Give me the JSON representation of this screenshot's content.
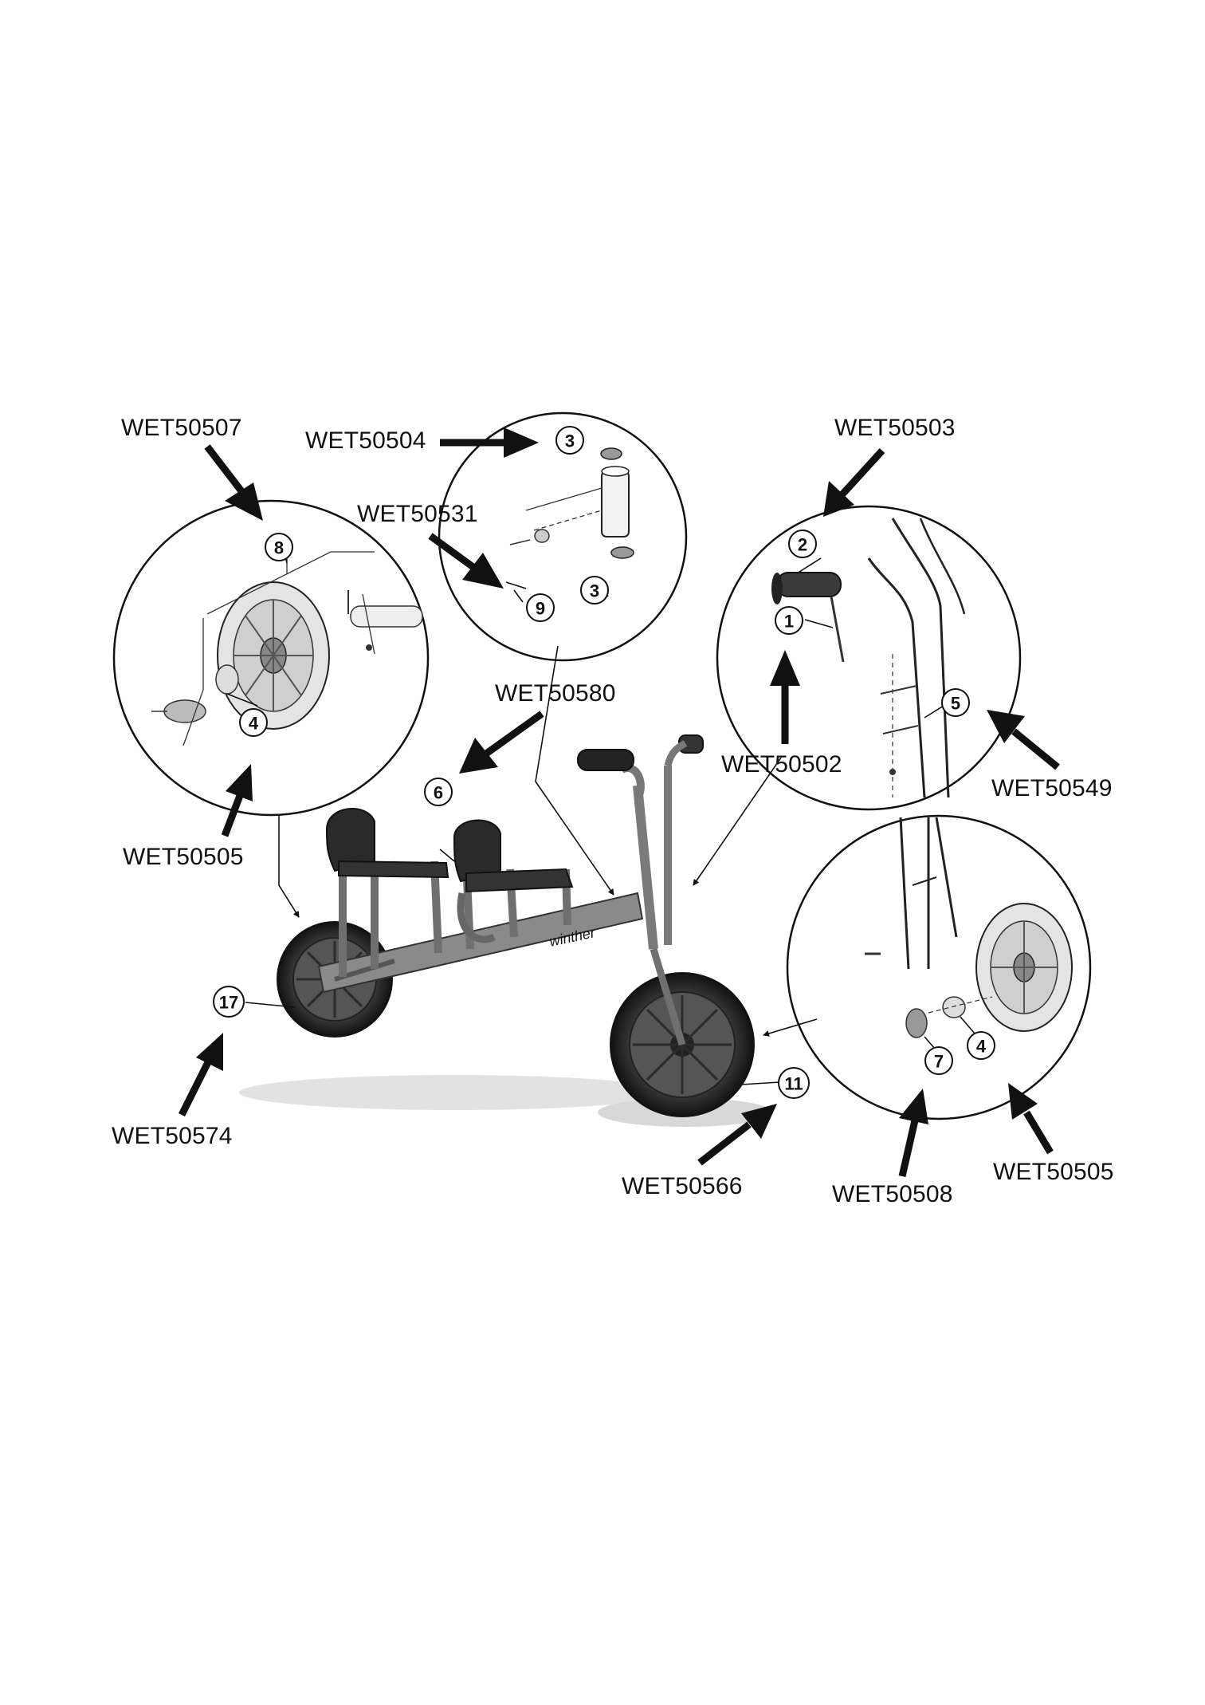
{
  "callout_codes": {
    "wet50507": "WET50507",
    "wet50504": "WET50504",
    "wet50503": "WET50503",
    "wet50531": "WET50531",
    "wet50580": "WET50580",
    "wet50502": "WET50502",
    "wet50549": "WET50549",
    "wet50505_left": "WET50505",
    "wet50574": "WET50574",
    "wet50566": "WET50566",
    "wet50508": "WET50508",
    "wet50505_right": "WET50505"
  },
  "part_numbers": {
    "n8": "8",
    "n4_left": "4",
    "n3_top": "3",
    "n3_bottom": "3",
    "n9": "9",
    "n2": "2",
    "n1": "1",
    "n5": "5",
    "n6": "6",
    "n17": "17",
    "n11": "11",
    "n7": "7",
    "n4_right": "4"
  },
  "brand_text": "winther",
  "colors": {
    "ink": "#111111",
    "frame": "#7a7a7a",
    "tire": "#1c1c1c",
    "seat": "#2a2a2a"
  }
}
